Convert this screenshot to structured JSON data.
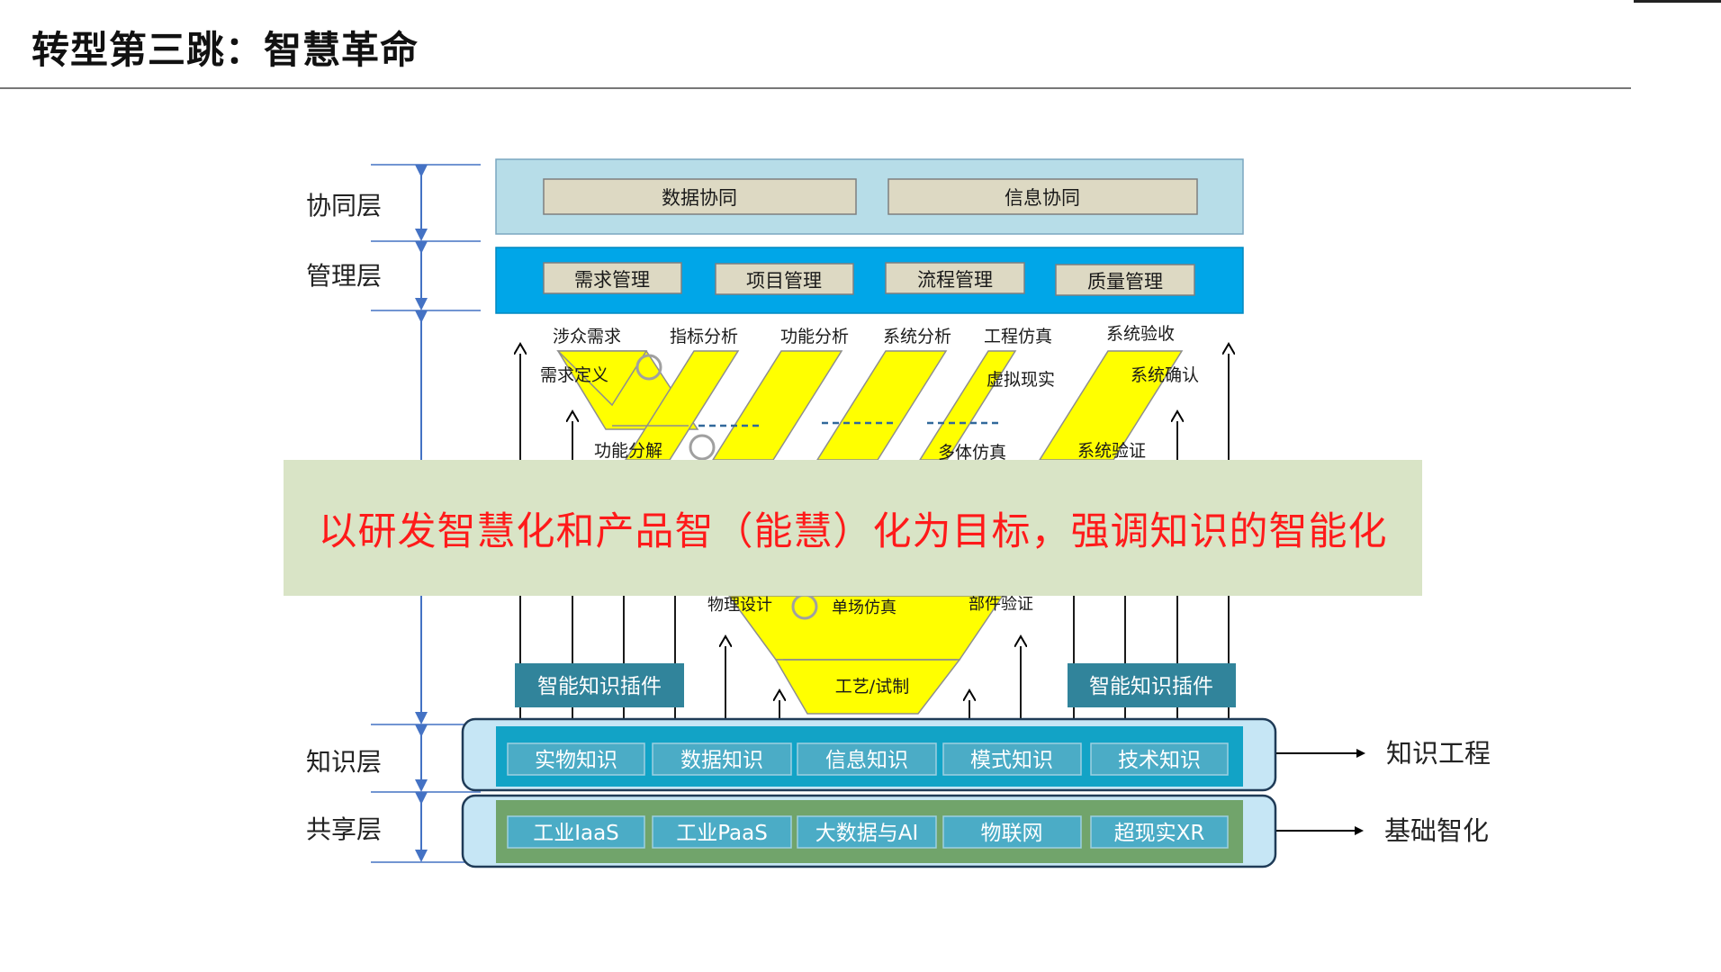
{
  "title": "转型第三跳：智慧革命",
  "layers": {
    "collab": "协同层",
    "mgmt": "管理层",
    "knowledge": "知识层",
    "shared": "共享层"
  },
  "collab_boxes": [
    "数据协同",
    "信息协同"
  ],
  "mgmt_boxes": [
    "需求管理",
    "项目管理",
    "流程管理",
    "质量管理"
  ],
  "v_labels": {
    "top": [
      "涉众需求",
      "指标分析",
      "功能分析",
      "系统分析",
      "工程仿真",
      "系统验收"
    ],
    "req_def": "需求定义",
    "virtual": "虚拟现实",
    "sys_confirm": "系统确认",
    "func_decomp": "功能分解",
    "multibody": "多体仿真",
    "sys_verify": "系统验证",
    "phys_design": "物理设计",
    "single_sim": "单场仿真",
    "part_verify": "部件验证",
    "process": "工艺/试制"
  },
  "plugin_label": "智能知识插件",
  "knowledge_boxes": [
    "实物知识",
    "数据知识",
    "信息知识",
    "模式知识",
    "技术知识"
  ],
  "shared_boxes": [
    "工业IaaS",
    "工业PaaS",
    "大数据与AI",
    "物联网",
    "超现实XR"
  ],
  "right_labels": {
    "knowledge": "知识工程",
    "shared": "基础智化"
  },
  "overlay_text": "以研发智慧化和产品智（能慧）化为目标，强调知识的智能化",
  "colors": {
    "collab_bg": "#b7dde8",
    "mgmt_bg": "#00a6e8",
    "box_tan": "#ddd9c3",
    "yellow": "#ffff00",
    "plugin": "#31849b",
    "knowledge_bg": "#12a3c6",
    "shared_bg": "#71a46b",
    "inner_box": "#4bacc6",
    "overlay_text": "#ff1a1a",
    "overlay_bg": "#d9e4c6"
  }
}
